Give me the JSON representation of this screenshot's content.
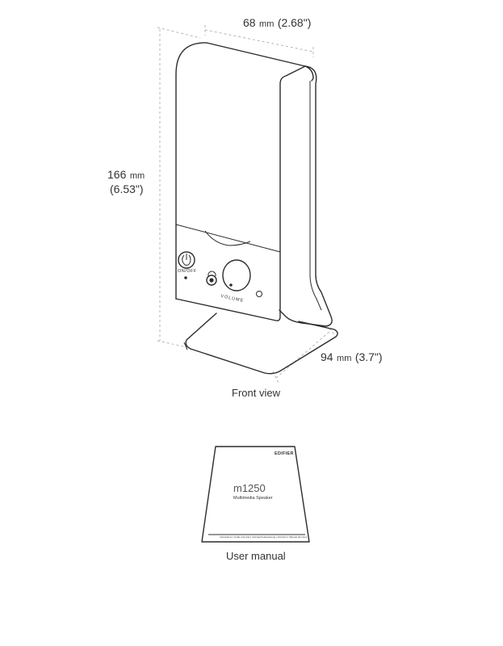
{
  "dimensions": {
    "width": {
      "value": "68",
      "unit": "mm",
      "imperial": "(2.68\")"
    },
    "height": {
      "value": "166",
      "unit": "mm",
      "imperial": "(6.53\")"
    },
    "depth": {
      "value": "94",
      "unit": "mm",
      "imperial": "(3.7\")"
    }
  },
  "speaker": {
    "power_label": "ON/OFF",
    "volume_label": "VOLUME"
  },
  "captions": {
    "front_view": "Front view",
    "user_manual": "User manual"
  },
  "manual": {
    "brand": "EDIFIER",
    "model": "m1250",
    "subtitle": "Multimedia Speaker",
    "footer": "Instructions | Guide d'emploi | Gebrauchsanweisung | Istruzioni | Manual del Usuario"
  }
}
